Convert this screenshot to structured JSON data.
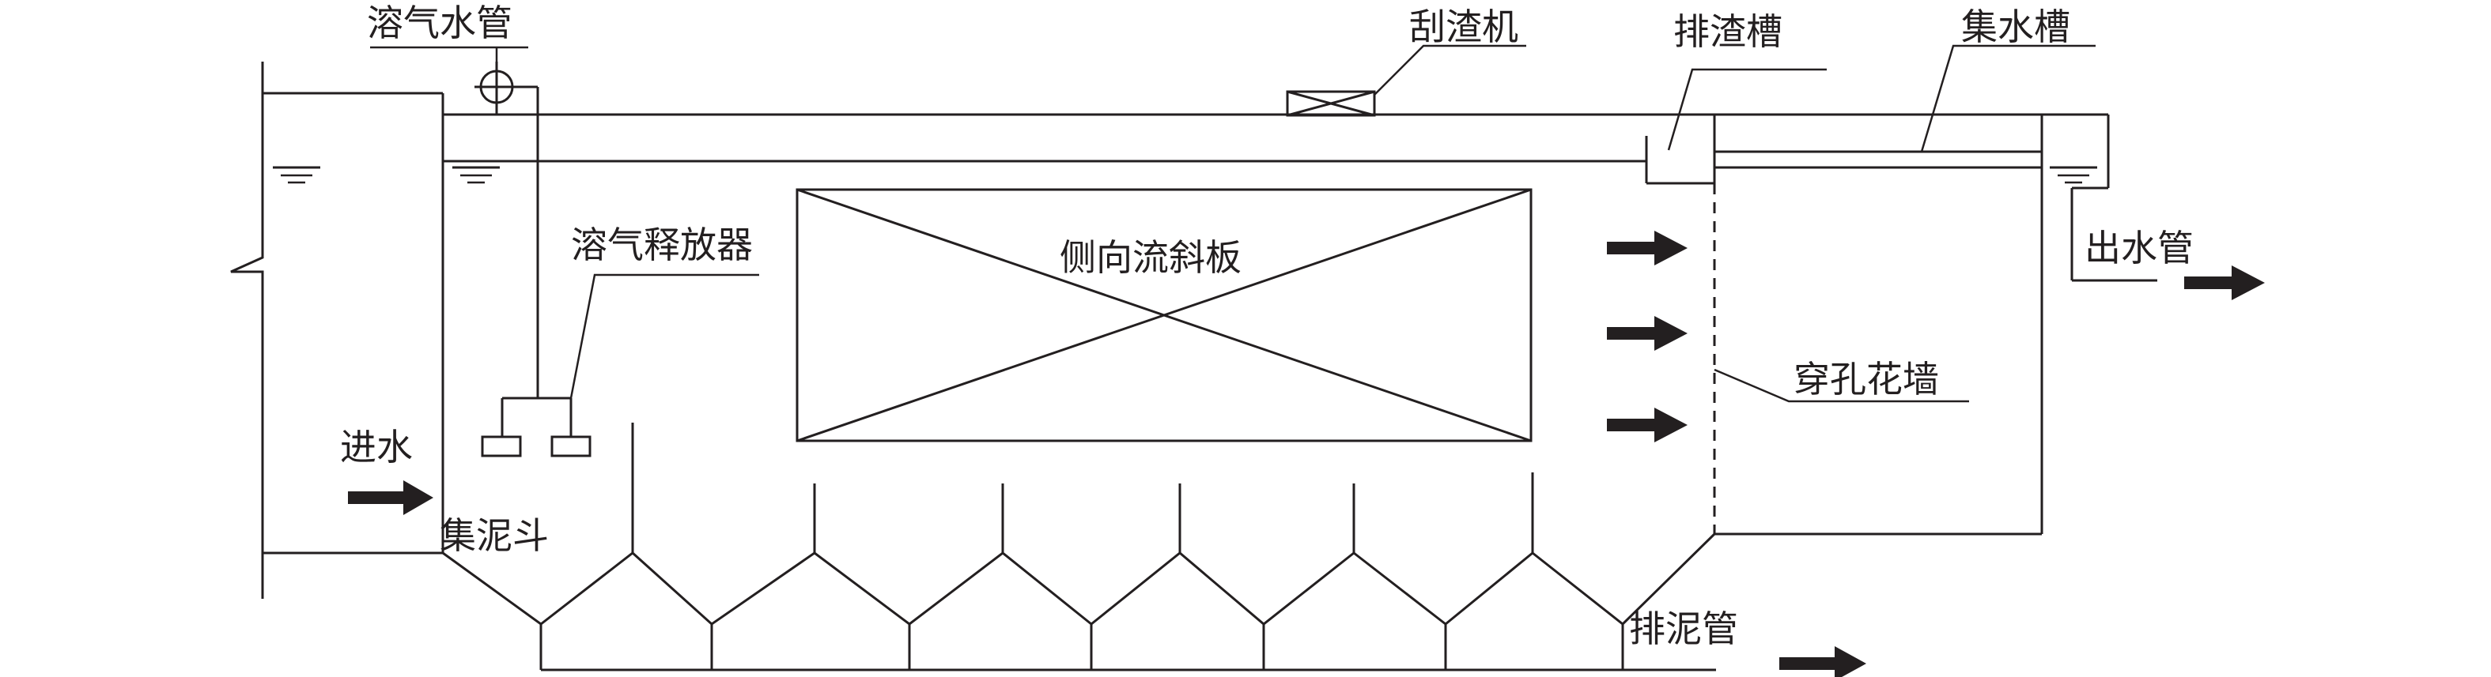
{
  "labels": {
    "dissolved_air_pipe": "溶气水管",
    "scraper": "刮渣机",
    "scum_trough": "排渣槽",
    "collection_trough": "集水槽",
    "dissolved_air_releaser": "溶气释放器",
    "lateral_flow_inclined_plate": "侧向流斜板",
    "outlet_pipe": "出水管",
    "perforated_wall": "穿孔花墙",
    "inlet": "进水",
    "sludge_hopper": "集泥斗",
    "sludge_pipe": "排泥管"
  },
  "colors": {
    "line": "#231f20",
    "background": "#ffffff"
  }
}
